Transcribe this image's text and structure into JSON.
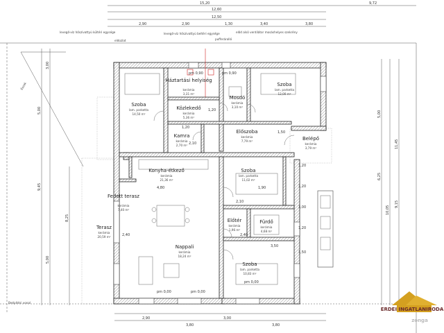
{
  "dims_top": [
    "15,20",
    "12,60",
    "12,50",
    "2,90",
    "2,90",
    "1,30",
    "3,40",
    "3,80",
    "9,72"
  ],
  "dims_bottom": [
    "2,90",
    "3,80",
    "3,00",
    "3,80"
  ],
  "dims_side": [
    "5,00",
    "9,45",
    "3,00",
    "5,00",
    "8,25",
    "6,25",
    "5,00",
    "10,05",
    "11,45",
    "9,15"
  ],
  "dims_inner": [
    "4,80",
    "2,40",
    "1,20",
    "1,90",
    "2,10",
    "2,40",
    "3,50",
    "1,20",
    "3,00",
    "1,20",
    "1,50",
    "1,20",
    "2,10",
    "1,50",
    "1,20"
  ],
  "rooms": {
    "szoba1": {
      "name": "Szoba",
      "sub": "lam. parketta",
      "area": "14,50 m²"
    },
    "haztartasi": {
      "name": "Háztartási helyiség",
      "sub": "kerámia",
      "area": "3,31 m²"
    },
    "kozlekedo": {
      "name": "Közlekedő",
      "sub": "kerámia",
      "area": "5,36 m²"
    },
    "mosdo": {
      "name": "Mosdó",
      "sub": "kerámia",
      "area": "3,10 m²"
    },
    "szoba2": {
      "name": "Szoba",
      "sub": "lam. parketta",
      "area": "12,00 m²"
    },
    "kamra": {
      "name": "Kamra",
      "sub": "kerámia",
      "area": "2,70 m²"
    },
    "eloszoba": {
      "name": "Előszoba",
      "sub": "kerámia",
      "area": "7,79 m²"
    },
    "belepo": {
      "name": "Belépő",
      "sub": "kerámia",
      "area": "3,79 m²"
    },
    "konyha": {
      "name": "Konyha-étkező",
      "sub": "kerámia",
      "area": "21,36 m²"
    },
    "szoba3": {
      "name": "Szoba",
      "sub": "lam. parketta",
      "area": "11,02 m²"
    },
    "fedett": {
      "name": "Fedett terasz",
      "sub": "kerámia",
      "area": "7,40 m²"
    },
    "terasz": {
      "name": "Terasz",
      "sub": "kerámia",
      "area": "20,59 m²"
    },
    "eloter": {
      "name": "Előtér",
      "sub": "kerámia",
      "area": "1,96 m²"
    },
    "furdo": {
      "name": "Fürdő",
      "sub": "kerámia",
      "area": "4,68 m²"
    },
    "nappali": {
      "name": "Nappali",
      "sub": "kerámia",
      "area": "18,24 m²"
    },
    "szoba4": {
      "name": "Szoba",
      "sub": "lam. parketta",
      "area": "10,83 m²"
    }
  },
  "sill_labels": [
    "pm 0,90",
    "pm 0,90",
    "pm 0,00",
    "pm 0,00",
    "pm 0,00"
  ],
  "notes": {
    "n1": "levegő-víz hőszivattyú kültéri egysége",
    "n2": "levegő-víz hőszivattyú beltéri egysége",
    "n3": "pufferárolló",
    "n4": "előd alsó ventilátor mosáshelyes szekrény",
    "n5": "eldozlat",
    "n6": "Beépítési vonal",
    "north": "Észak"
  },
  "watermark": {
    "line1": "ERDEI INGATLANIRODA",
    "line2": "zonga"
  },
  "colors": {
    "wall": "#222",
    "hatch": "#888",
    "accent": "#c22",
    "logo_roof": "#d4a020",
    "logo_text": "#6a2a2a"
  }
}
